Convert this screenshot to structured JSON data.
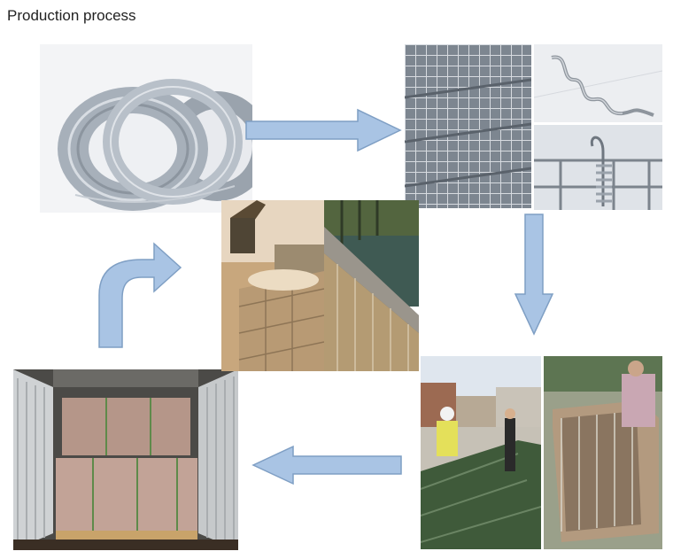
{
  "page": {
    "title": "Production process"
  },
  "colors": {
    "arrow_fill": "#a9c4e4",
    "arrow_stroke": "#7f9fc4",
    "background": "#ffffff"
  },
  "steps": [
    "galvanized-wire-coils",
    "welded-mesh-panels",
    "spiral-joining-wire",
    "spiral-hook-pin",
    "workers-assembling-barrier",
    "worker-checking-lined-cell",
    "packed-pallets-in-container",
    "barrier-filled-with-sand",
    "barrier-along-riverbank"
  ]
}
